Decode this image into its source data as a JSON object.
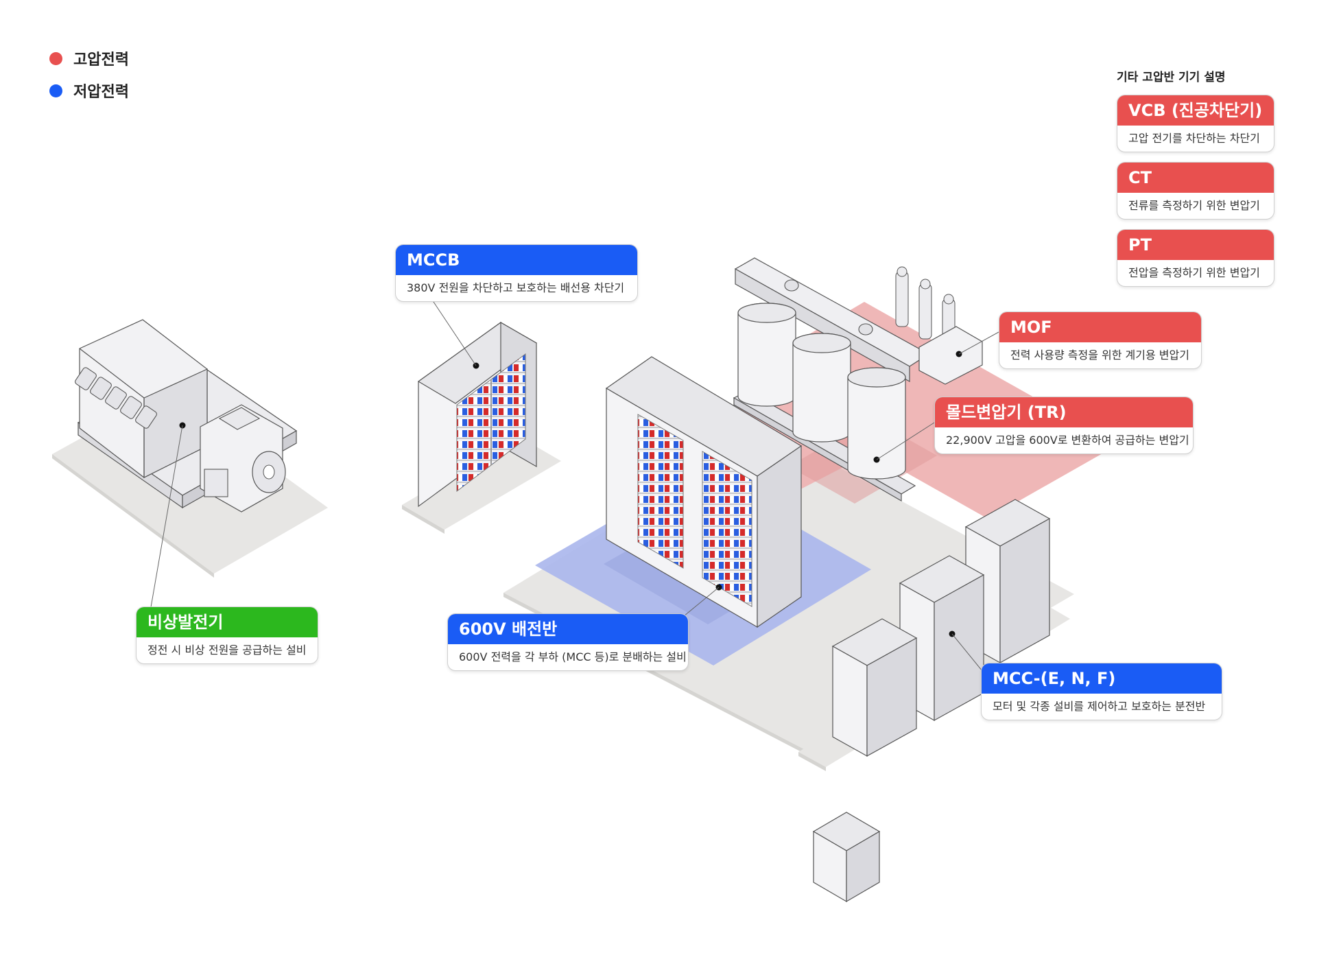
{
  "legend": [
    {
      "label": "고압전력",
      "color": "#e8504f"
    },
    {
      "label": "저압전력",
      "color": "#1a5cf5"
    }
  ],
  "info_panel": {
    "title": "기타 고압반 기기 설명",
    "items": [
      {
        "name": "VCB (진공차단기)",
        "desc": "고압 전기를 차단하는 차단기",
        "color": "red"
      },
      {
        "name": "CT",
        "desc": "전류를 측정하기 위한 변압기",
        "color": "red"
      },
      {
        "name": "PT",
        "desc": "전압을 측정하기 위한 변압기",
        "color": "red"
      }
    ]
  },
  "callouts": {
    "mccb": {
      "name": "MCCB",
      "desc": "380V 전원을 차단하고 보호하는 배선용 차단기",
      "color": "blue"
    },
    "mof": {
      "name": "MOF",
      "desc": "전력 사용량 측정을 위한 계기용 변압기",
      "color": "red"
    },
    "tr": {
      "name": "몰드변압기 (TR)",
      "desc": "22,900V 고압을 600V로 변환하여 공급하는 변압기",
      "color": "red"
    },
    "generator": {
      "name": "비상발전기",
      "desc": "정전 시 비상 전원을 공급하는 설비",
      "color": "green"
    },
    "panel600": {
      "name": "600V 배전반",
      "desc": "600V 전력을 각 부하 (MCC 등)로 분배하는 설비",
      "color": "blue"
    },
    "mcc": {
      "name": "MCC-(E, N, F)",
      "desc": "모터 및 각종 설비를 제어하고 보호하는 분전반",
      "color": "blue"
    }
  }
}
